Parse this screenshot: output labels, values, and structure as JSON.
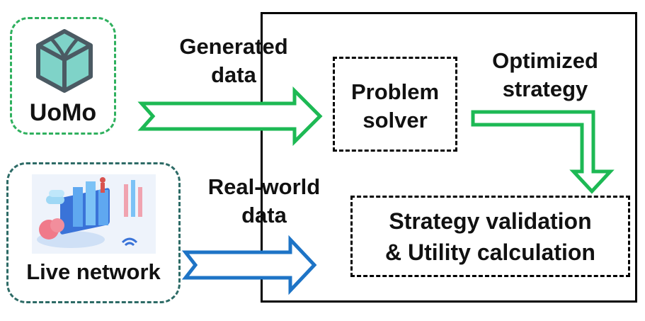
{
  "nodes": {
    "uomo": {
      "label": "UoMo"
    },
    "live_network": {
      "label": "Live network"
    },
    "problem_solver": {
      "line1": "Problem",
      "line2": "solver"
    },
    "validation": {
      "line1": "Strategy validation",
      "line2": "& Utility calculation"
    }
  },
  "edges": {
    "generated": {
      "line1": "Generated",
      "line2": "data"
    },
    "real_world": {
      "line1": "Real-world",
      "line2": "data"
    },
    "optimized": {
      "line1": "Optimized",
      "line2": "strategy"
    }
  },
  "icons": {
    "uomo": "cube-logo-icon",
    "live_network": "network-illustration-icon"
  },
  "colors": {
    "green_arrow": "#1db954",
    "blue_arrow": "#1e74c6",
    "uomo_border": "#2fb05e",
    "live_border": "#2d6b66",
    "cube": "#7fd3c8",
    "cube_outline": "#4b5a63",
    "system_border": "#000000"
  }
}
